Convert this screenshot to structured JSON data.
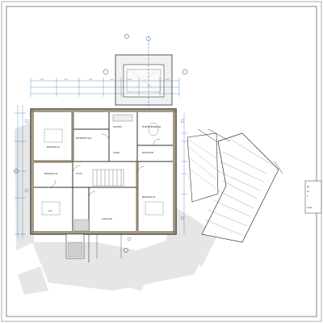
{
  "sheet": {
    "title_block_text": [
      "Na",
      "Ko",
      "P",
      "1/100"
    ]
  },
  "plan": {
    "rooms": [
      {
        "label": "BEDROOM 01"
      },
      {
        "label": "MASTER BEDROOM"
      },
      {
        "label": "BATHROOM"
      },
      {
        "label": "ENTRANCE HALL"
      },
      {
        "label": "KITCHEN"
      },
      {
        "label": "LIVING"
      },
      {
        "label": "BEDROOM 02"
      },
      {
        "label": "STUDY"
      },
      {
        "label": "BEDROOM 03"
      },
      {
        "label": "STAIRCASE"
      },
      {
        "label": "W.C."
      }
    ],
    "dimension_labels": [
      "3.60",
      "4.20",
      "3.80",
      "2.90",
      "3.40",
      "1.20",
      "4.50"
    ]
  },
  "colors": {
    "wall": "#2f2f2f",
    "hatch": "#7a6a52",
    "dimension": "#2a6fb3",
    "shadow": "#e3e3e3",
    "roof_lines": "#555555"
  }
}
